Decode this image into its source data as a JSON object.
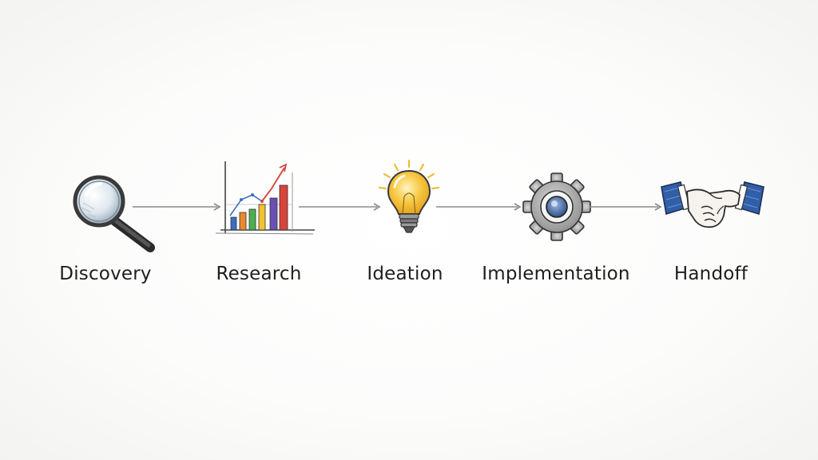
{
  "stages": [
    {
      "label": "Discovery",
      "icon": "magnifying-glass-icon"
    },
    {
      "label": "Research",
      "icon": "bar-chart-icon"
    },
    {
      "label": "Ideation",
      "icon": "lightbulb-icon"
    },
    {
      "label": "Implementation",
      "icon": "gear-icon"
    },
    {
      "label": "Handoff",
      "icon": "handshake-icon"
    }
  ],
  "colors": {
    "ink": "#2b2b2b",
    "arrow": "#8a8a8a",
    "bar_blue": "#3b6fc4",
    "bar_orange": "#e8892f",
    "bar_green": "#4caf50",
    "bar_yellow": "#f2c230",
    "bar_purple": "#6a4fb5",
    "bar_red": "#d9443a",
    "bulb_yellow": "#f7c843",
    "sleeve_blue": "#2f5fa8"
  }
}
